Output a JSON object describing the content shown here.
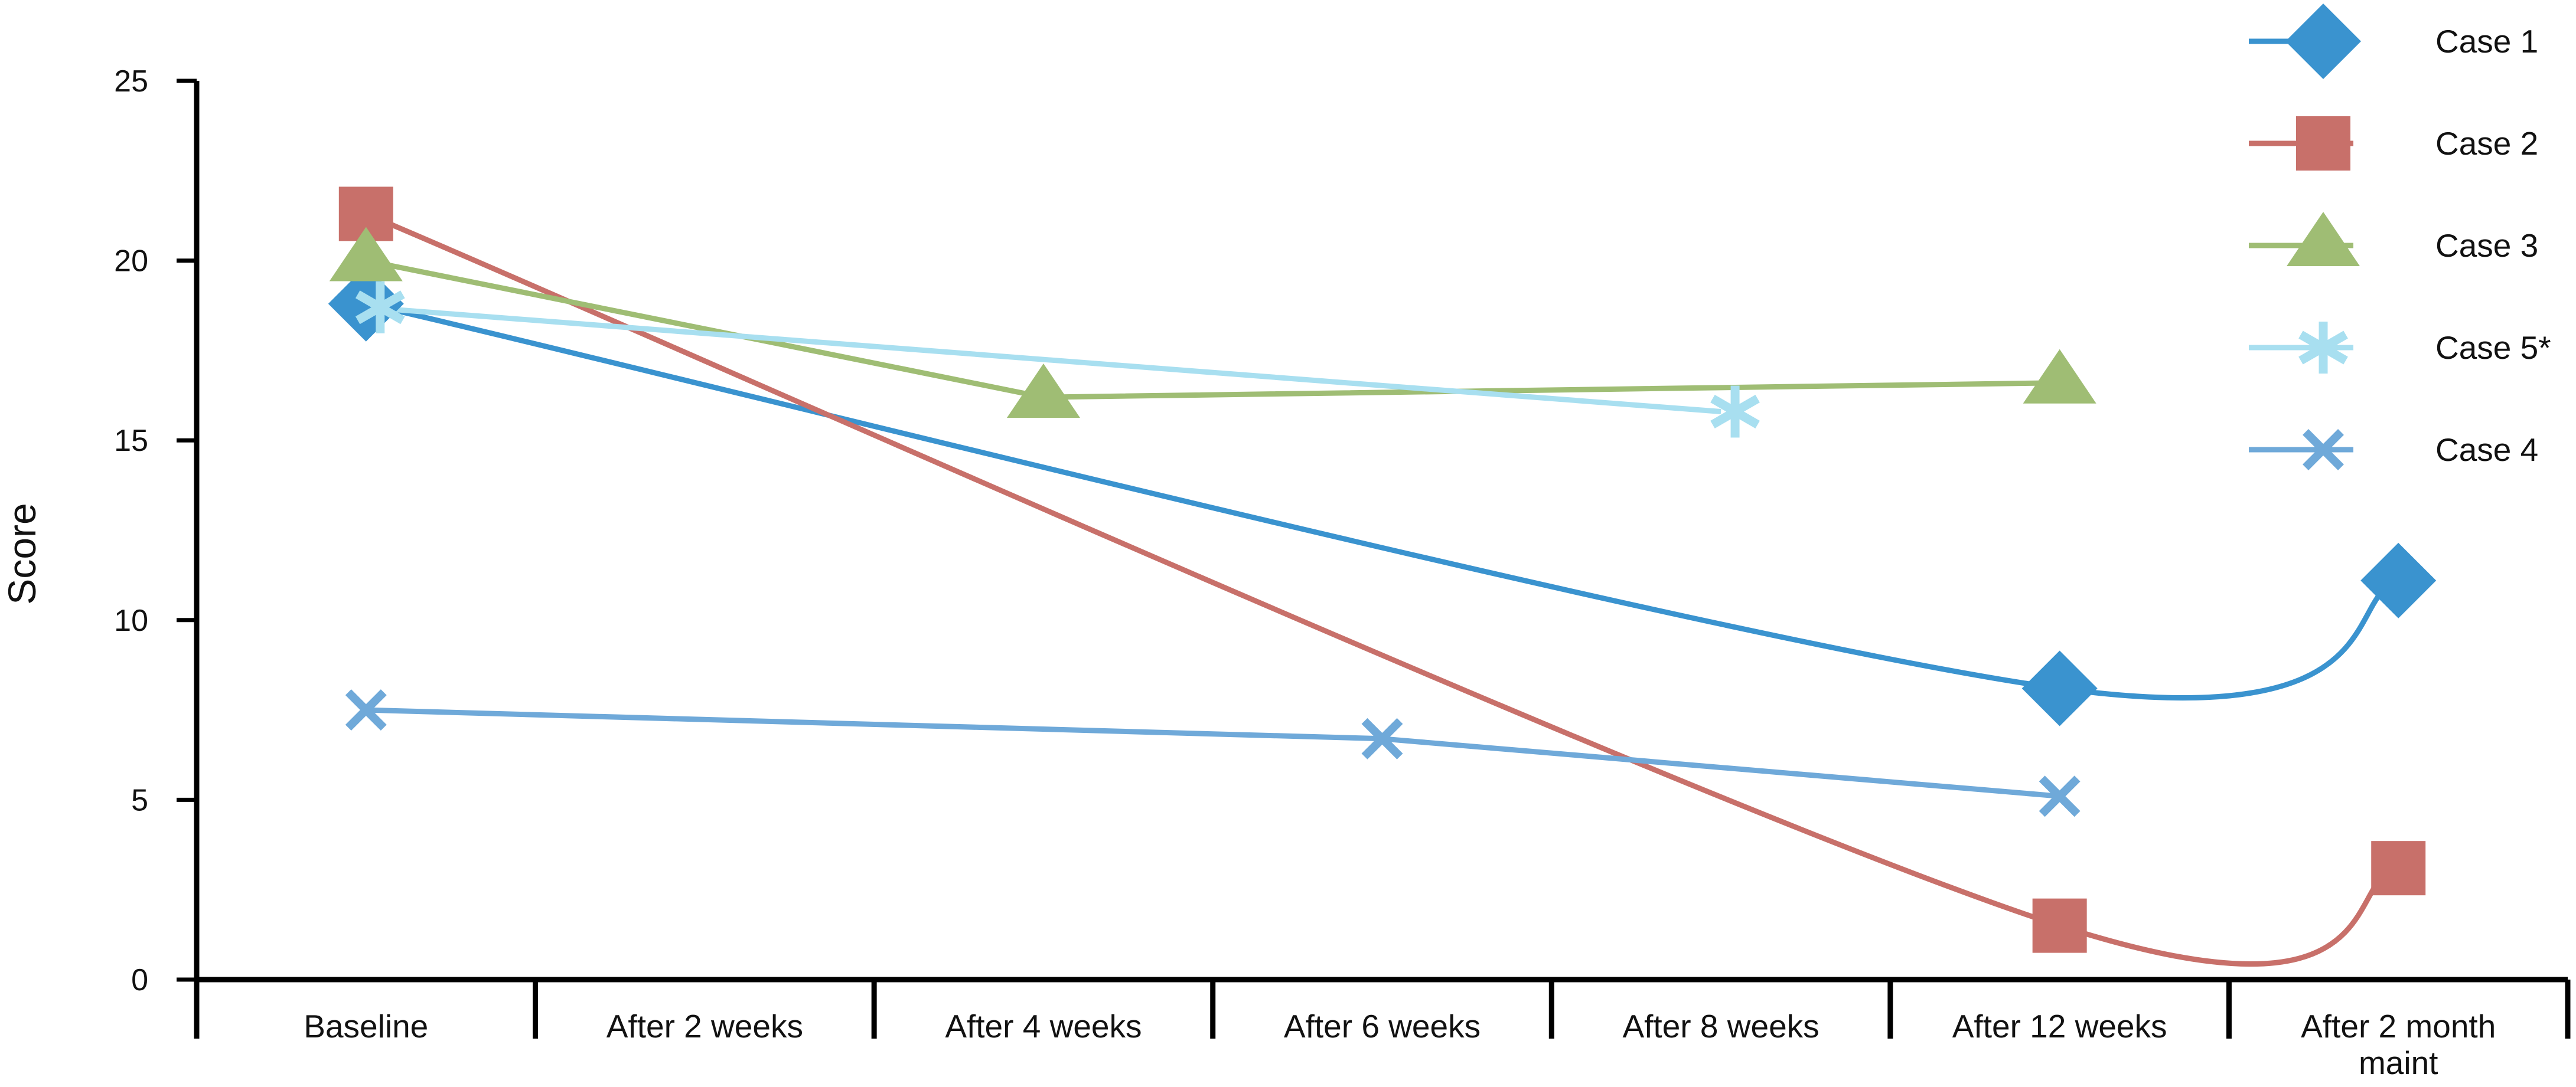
{
  "chart_data": {
    "type": "line",
    "title": "",
    "xlabel": "",
    "ylabel": "Score",
    "ylim": [
      0,
      25
    ],
    "yticks": [
      0,
      5,
      10,
      15,
      20,
      25
    ],
    "grid": false,
    "legend_position": "top-right",
    "categories": [
      "Baseline",
      "After 2 weeks",
      "After 4 weeks",
      "After 6 weeks",
      "After 8 weeks",
      "After 12 weeks",
      "After 2 month maint"
    ],
    "series": [
      {
        "name": "Case 1",
        "color": "#3a93cf",
        "marker": "diamond",
        "smooth": true,
        "points": [
          {
            "x": 0,
            "y": 18.8
          },
          {
            "x": 5,
            "y": 8.1
          },
          {
            "x": 6,
            "y": 11.1
          }
        ]
      },
      {
        "name": "Case 2",
        "color": "#c8706a",
        "marker": "square",
        "smooth": true,
        "points": [
          {
            "x": 0,
            "y": 21.3
          },
          {
            "x": 5,
            "y": 1.5
          },
          {
            "x": 6,
            "y": 3.1
          }
        ]
      },
      {
        "name": "Case 3",
        "color": "#9fbd74",
        "marker": "triangle",
        "smooth": false,
        "points": [
          {
            "x": 0,
            "y": 20.0
          },
          {
            "x": 2,
            "y": 16.2
          },
          {
            "x": 5,
            "y": 16.6
          }
        ]
      },
      {
        "name": "Case 5*",
        "color": "#a8dff0",
        "marker": "asterisk",
        "smooth": false,
        "points": [
          {
            "x": 0,
            "y": 18.7
          },
          {
            "x": 4,
            "y": 15.8
          }
        ]
      },
      {
        "name": "Case 4",
        "color": "#6fa9d9",
        "marker": "x",
        "smooth": false,
        "points": [
          {
            "x": 0,
            "y": 7.5
          },
          {
            "x": 3,
            "y": 6.7
          },
          {
            "x": 5,
            "y": 5.1
          }
        ]
      }
    ]
  }
}
